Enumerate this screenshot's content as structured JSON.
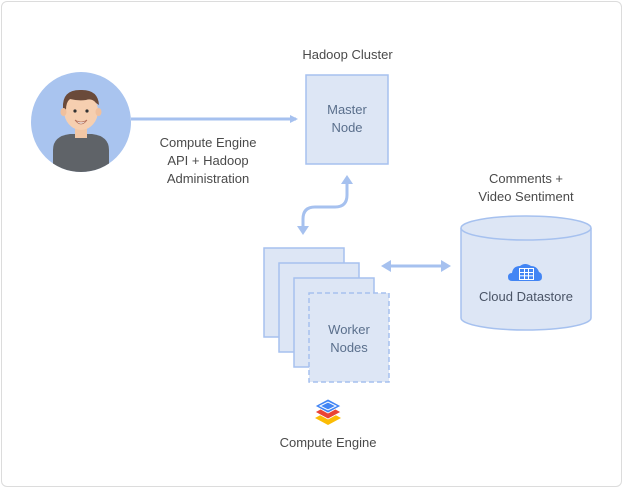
{
  "cluster_title": "Hadoop Cluster",
  "master_node": {
    "line1": "Master",
    "line2": "Node"
  },
  "admin_label": {
    "line1": "Compute Engine",
    "line2": "API + Hadoop",
    "line3": "Administration"
  },
  "sentiment_label": {
    "line1": "Comments +",
    "line2": "Video Sentiment"
  },
  "worker_nodes": {
    "line1": "Worker",
    "line2": "Nodes"
  },
  "datastore_label": "Cloud Datastore",
  "compute_engine_label": "Compute Engine",
  "icons": [
    "user-avatar-icon",
    "cloud-datastore-icon",
    "compute-engine-logo-icon"
  ],
  "colors": {
    "box_fill": "#dde6f5",
    "box_stroke": "#a6c1ef",
    "arrow": "#a6c1ef",
    "avatar_bg": "#a9c4ef"
  }
}
